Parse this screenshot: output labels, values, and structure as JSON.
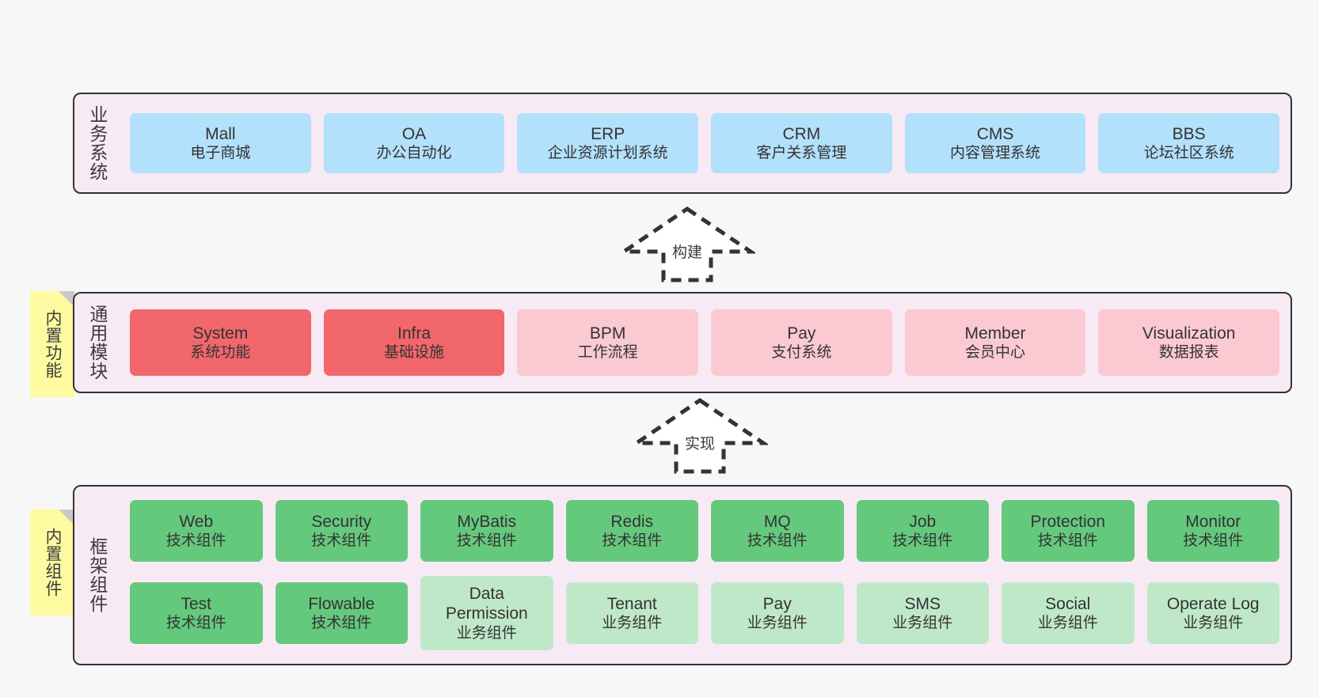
{
  "diagram": {
    "background_color": "#f7f7f7",
    "panel_color": "#f8eaf4",
    "border_color": "#333333",
    "sticky_color": "#fdfaa0"
  },
  "layers": [
    {
      "id": "business",
      "title": "业务系统",
      "box_color": "#b3e0fb",
      "boxes": [
        {
          "name": "Mall",
          "desc": "电子商城"
        },
        {
          "name": "OA",
          "desc": "办公自动化"
        },
        {
          "name": "ERP",
          "desc": "企业资源计划系统"
        },
        {
          "name": "CRM",
          "desc": "客户关系管理"
        },
        {
          "name": "CMS",
          "desc": "内容管理系统"
        },
        {
          "name": "BBS",
          "desc": "论坛社区系统"
        }
      ]
    },
    {
      "id": "modules",
      "title": "通用模块",
      "sticky": "内置功能",
      "box_color_strong": "#f2676c",
      "box_color_soft": "#fbc9d1",
      "boxes": [
        {
          "name": "System",
          "desc": "系统功能",
          "emphasis": "strong"
        },
        {
          "name": "Infra",
          "desc": "基础设施",
          "emphasis": "strong"
        },
        {
          "name": "BPM",
          "desc": "工作流程",
          "emphasis": "soft"
        },
        {
          "name": "Pay",
          "desc": "支付系统",
          "emphasis": "soft"
        },
        {
          "name": "Member",
          "desc": "会员中心",
          "emphasis": "soft"
        },
        {
          "name": "Visualization",
          "desc": "数据报表",
          "emphasis": "soft"
        }
      ]
    },
    {
      "id": "framework",
      "title": "框架组件",
      "sticky": "内置组件",
      "box_color_strong": "#65c97d",
      "box_color_soft": "#bfe8c9",
      "row1": [
        {
          "name": "Web",
          "desc": "技术组件",
          "emphasis": "strong"
        },
        {
          "name": "Security",
          "desc": "技术组件",
          "emphasis": "strong"
        },
        {
          "name": "MyBatis",
          "desc": "技术组件",
          "emphasis": "strong"
        },
        {
          "name": "Redis",
          "desc": "技术组件",
          "emphasis": "strong"
        },
        {
          "name": "MQ",
          "desc": "技术组件",
          "emphasis": "strong"
        },
        {
          "name": "Job",
          "desc": "技术组件",
          "emphasis": "strong"
        },
        {
          "name": "Protection",
          "desc": "技术组件",
          "emphasis": "strong"
        },
        {
          "name": "Monitor",
          "desc": "技术组件",
          "emphasis": "strong"
        }
      ],
      "row2": [
        {
          "name": "Test",
          "desc": "技术组件",
          "emphasis": "strong"
        },
        {
          "name": "Flowable",
          "desc": "技术组件",
          "emphasis": "strong"
        },
        {
          "name": "Data",
          "name2": "Permission",
          "desc": "业务组件",
          "emphasis": "soft"
        },
        {
          "name": "Tenant",
          "desc": "业务组件",
          "emphasis": "soft"
        },
        {
          "name": "Pay",
          "desc": "业务组件",
          "emphasis": "soft"
        },
        {
          "name": "SMS",
          "desc": "业务组件",
          "emphasis": "soft"
        },
        {
          "name": "Social",
          "desc": "业务组件",
          "emphasis": "soft"
        },
        {
          "name": "Operate Log",
          "desc": "业务组件",
          "emphasis": "soft"
        }
      ]
    }
  ],
  "connectors": [
    {
      "id": "build",
      "label": "构建",
      "style": "dashed-hollow-arrow-up"
    },
    {
      "id": "impl",
      "label": "实现",
      "style": "dashed-hollow-arrow-up"
    }
  ]
}
